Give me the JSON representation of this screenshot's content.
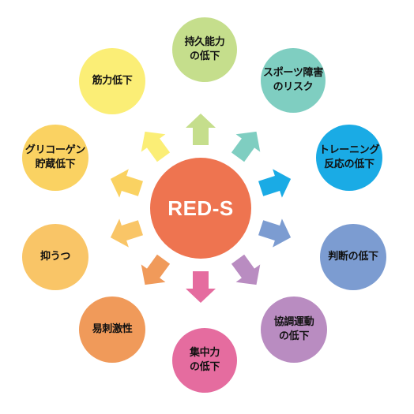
{
  "center": {
    "label": "RED-S",
    "color": "#EE7450"
  },
  "nodes": [
    {
      "id": "endurance",
      "label": "持久能力\nの低下",
      "color": "#C5DE8C",
      "arrow_color": "#C5DE8C"
    },
    {
      "id": "sports-injury",
      "label": "スポーツ障害\nのリスク",
      "color": "#7FCEC1",
      "arrow_color": "#7FCEC1"
    },
    {
      "id": "training",
      "label": "トレーニング\n反応の低下",
      "color": "#1AABE5",
      "arrow_color": "#1AABE5"
    },
    {
      "id": "judgment",
      "label": "判断の低下",
      "color": "#7C9CD1",
      "arrow_color": "#7C9CD1"
    },
    {
      "id": "coordination",
      "label": "協調運動\nの低下",
      "color": "#B98CC1",
      "arrow_color": "#B98CC1"
    },
    {
      "id": "concentration",
      "label": "集中力\nの低下",
      "color": "#E56C9F",
      "arrow_color": "#E56C9F"
    },
    {
      "id": "irritability",
      "label": "易刺激性",
      "color": "#F09A5A",
      "arrow_color": "#F09A5A"
    },
    {
      "id": "depression",
      "label": "抑うつ",
      "color": "#F9C567",
      "arrow_color": "#F9C567"
    },
    {
      "id": "glycogen",
      "label": "グリコーゲン\n貯蔵低下",
      "color": "#FAD262",
      "arrow_color": "#FAD262"
    },
    {
      "id": "strength",
      "label": "筋力低下",
      "color": "#FBEE76",
      "arrow_color": "#FBEE76"
    }
  ]
}
